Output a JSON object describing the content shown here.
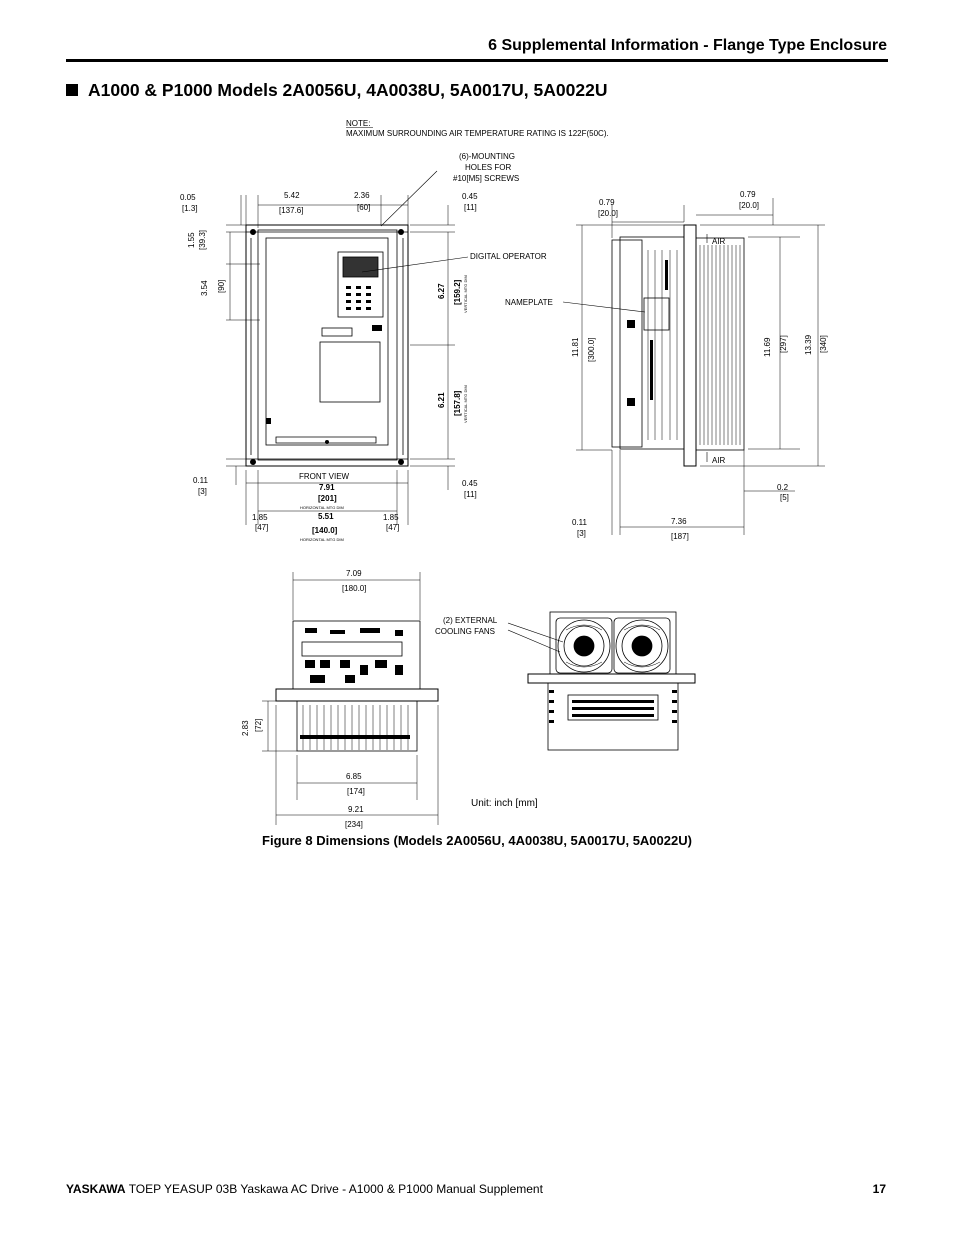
{
  "header": {
    "title": "6  Supplemental Information - Flange Type Enclosure"
  },
  "section": {
    "title": "A1000 & P1000 Models 2A0056U, 4A0038U, 5A0017U, 5A0022U"
  },
  "figure": {
    "note_heading": "NOTE:",
    "note_text": "MAXIMUM SURROUNDING AIR TEMPERATURE RATING IS 122F(50C).",
    "mount_holes_1": "(6)-MOUNTING",
    "mount_holes_2": "HOLES FOR",
    "mount_holes_3": "#10[M5] SCREWS",
    "digital_operator": "DIGITAL OPERATOR",
    "nameplate": "NAMEPLATE",
    "front_view": "FRONT VIEW",
    "air_top": "AIR",
    "air_bottom": "AIR",
    "external_fans_1": "(2) EXTERNAL",
    "external_fans_2": "COOLING FANS",
    "unit": "Unit: inch [mm]",
    "vertical_mtg_dim": "VERTICAL MTG DIM",
    "horizontal_mtg_dim": "HORIZONTAL MTG DIM",
    "dims": {
      "d005": "0.05",
      "d005mm": "[1.3]",
      "d542": "5.42",
      "d542mm": "[137.6]",
      "d236": "2.36",
      "d236mm": "[60]",
      "d045a": "0.45",
      "d045amm": "[11]",
      "d155": "1.55",
      "d155mm": "[39.3]",
      "d354": "3.54",
      "d354mm": "[90]",
      "d627": "6.27",
      "d627mm": "[159.2]",
      "d621": "6.21",
      "d621mm": "[157.8]",
      "d011a": "0.11",
      "d011amm": "[3]",
      "d045b": "0.45",
      "d045bmm": "[11]",
      "d791": "7.91",
      "d791mm": "[201]",
      "d185a": "1.85",
      "d185amm": "[47]",
      "d551": "5.51",
      "d551mm": "[140.0]",
      "d185b": "1.85",
      "d185bmm": "[47]",
      "d079a": "0.79",
      "d079amm": "[20.0]",
      "d079b": "0.79",
      "d079bmm": "[20.0]",
      "d1181": "11.81",
      "d1181mm": "[300.0]",
      "d1169": "11.69",
      "d1169mm": "[297]",
      "d1339": "13.39",
      "d1339mm": "[340]",
      "d02": "0.2",
      "d02mm": "[5]",
      "d011b": "0.11",
      "d011bmm": "[3]",
      "d736": "7.36",
      "d736mm": "[187]",
      "d709": "7.09",
      "d709mm": "[180.0]",
      "d283": "2.83",
      "d283mm": "[72]",
      "d685": "6.85",
      "d685mm": "[174]",
      "d921": "9.21",
      "d921mm": "[234]"
    }
  },
  "caption": "Figure 8  Dimensions (Models 2A0056U, 4A0038U, 5A0017U, 5A0022U)",
  "footer": {
    "brand": "YASKAWA",
    "text": " TOEP YEASUP 03B Yaskawa AC Drive - A1000 & P1000 Manual Supplement",
    "page": "17"
  }
}
